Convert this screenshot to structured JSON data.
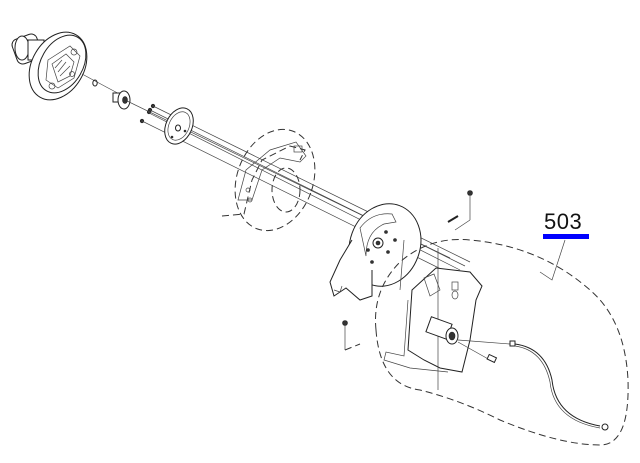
{
  "diagram": {
    "type": "exploded-parts-diagram",
    "callouts": [
      {
        "id": "503",
        "label": "503",
        "underline_color": "#0000FF"
      }
    ],
    "parts": [
      "motor-housing-assembly",
      "o-ring",
      "pulley-gear",
      "screws",
      "flange-plate",
      "shaft-rods",
      "dashed-cover-bracket",
      "side-frame-plate",
      "motor-bracket-assembly",
      "dc-motor",
      "wire-harness",
      "mounting-screw",
      "dashed-outline-assembly-503"
    ]
  },
  "colors": {
    "line": "#222222",
    "callout_underline": "#0000FF",
    "background": "#FFFFFF"
  }
}
